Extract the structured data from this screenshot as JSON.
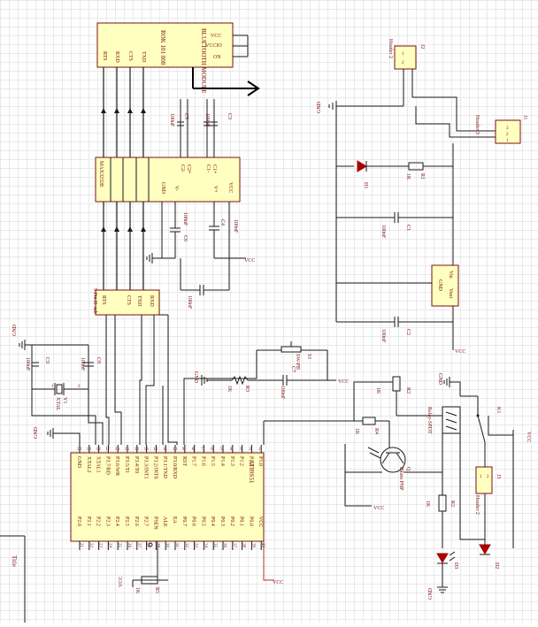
{
  "title_block": {
    "label": "Title"
  },
  "bluetooth": {
    "name": "BLUETOOTH MODULE",
    "part": "ROK 101 008",
    "pins_left": [
      "RTS",
      "RXD",
      "CTS",
      "TXD"
    ],
    "pins_right": [
      "VCC",
      "VCCIO",
      "ON"
    ]
  },
  "max232": {
    "name": "MAX3232E",
    "pins": [
      "GND",
      "V-",
      "C2-",
      "C2+",
      "C1-",
      "C1+",
      "V+",
      "VCC"
    ]
  },
  "dsub": {
    "name": "9 Pin D-sub",
    "pins": [
      "RTS",
      "CTS",
      "TXD",
      "RXD"
    ]
  },
  "mcu": {
    "name": "AT89S51",
    "top_pins": [
      "GND",
      "XTAL2",
      "XTAL1",
      "P3.7/RD",
      "P3.6/WR",
      "P3.5/T1",
      "P3.4/T0",
      "P3.3/INT1",
      "P3.2/INT0",
      "P3.1/TXD",
      "P3.0/RXD",
      "RST",
      "P1.7",
      "P1.6",
      "P1.5",
      "P1.4",
      "P1.3",
      "P1.2",
      "P1.1",
      "P1.0"
    ],
    "top_nums": [
      "20",
      "19",
      "18",
      "17",
      "16",
      "15",
      "14",
      "13",
      "12",
      "11",
      "10",
      "9",
      "8",
      "7",
      "6",
      "5",
      "4",
      "3",
      "2",
      "1"
    ],
    "bottom_pins": [
      "P2.0",
      "P2.1",
      "P2.2",
      "P2.3",
      "P2.4",
      "P2.5",
      "P2.6",
      "P2.7",
      "PSEN",
      "ALE",
      "EA",
      "P0.7",
      "P0.6",
      "P0.5",
      "P0.4",
      "P0.3",
      "P0.2",
      "P0.1",
      "P0.0",
      "VCC"
    ],
    "bottom_nums": [
      "21",
      "22",
      "23",
      "24",
      "25",
      "26",
      "27",
      "28",
      "29",
      "30",
      "31",
      "32",
      "33",
      "34",
      "35",
      "36",
      "37",
      "38",
      "39",
      "40"
    ]
  },
  "parts": {
    "c2": [
      "C2",
      "100nF"
    ],
    "c3": [
      "C3",
      "100nF"
    ],
    "c4": [
      "C4",
      "100nF"
    ],
    "c5": [
      "C5",
      "100nF"
    ],
    "c6": [
      "C6",
      "100nF"
    ],
    "c7": [
      "C7",
      "100nF"
    ],
    "c8": [
      "C8",
      "100nF"
    ],
    "c9": [
      "C9",
      "100nF"
    ],
    "c1": [
      "C1",
      "100nF"
    ],
    "cc": [
      "C2",
      "100nF"
    ],
    "y1": [
      "Y1",
      "XTAL"
    ],
    "s1": [
      "S1",
      "SW-PB"
    ],
    "r3": [
      "R3",
      "1K"
    ],
    "r1": [
      "R1",
      "1K"
    ],
    "r2": [
      "R2",
      "1K"
    ],
    "r4": [
      "R4",
      "1K"
    ],
    "r5": [
      "R5",
      "1K"
    ],
    "rr2": [
      "R2",
      "1K"
    ],
    "d1": [
      "D1"
    ],
    "d2": [
      "D2"
    ],
    "d3": [
      "D3"
    ],
    "q1": [
      "Q1",
      "Photo PNP"
    ],
    "k1": [
      "K1",
      "Relay-SPDT"
    ],
    "reg": [
      "Vin",
      "GND",
      "Vout"
    ],
    "j1": [
      "J1",
      "Header 3"
    ],
    "j2": [
      "J2",
      "Header 2"
    ],
    "j3": [
      "J3",
      "Header 2"
    ],
    "j1_pins": [
      "3",
      "2",
      "1"
    ],
    "j2_pins": [
      "1",
      "2"
    ],
    "j3_pins": [
      "1",
      "2"
    ]
  },
  "nets": {
    "gnd": [
      "GND",
      "GND",
      "GND",
      "GND",
      "GND",
      "GND"
    ],
    "vcc": [
      "VCC",
      "VCC",
      "VCC",
      "VCC",
      "VCC",
      "VCC",
      "VCC",
      "VCC"
    ]
  }
}
